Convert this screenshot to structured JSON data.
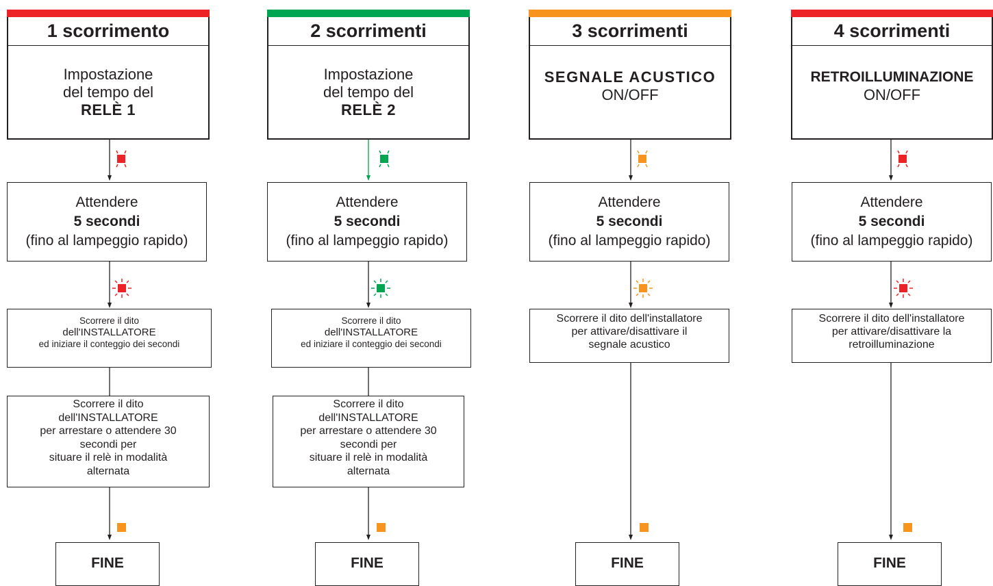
{
  "colors": {
    "red": "#ec2227",
    "green": "#00a551",
    "orange": "#f7941d",
    "line": "#231f20"
  },
  "columns": [
    {
      "header": "1 scorrimento",
      "accent": "#ec2227",
      "desc_l1": "Impostazione",
      "desc_l2": "del tempo del",
      "desc_bold": "RELÈ 1",
      "wait_l1": "Attendere",
      "wait_bold": "5 secondi",
      "wait_l3": "(fino al lampeggio rapido)",
      "step1": [
        "Scorrere il dito",
        "dell'INSTALLATORE",
        "ed iniziare il conteggio dei secondi"
      ],
      "step2": [
        "Scorrere il dito",
        "dell'INSTALLATORE",
        "per arrestare o attendere 30",
        "secondi per",
        "situare il relè in modalità",
        "alternata"
      ],
      "end": "FINE",
      "led_steady_icon": "led-steady-icon",
      "led_blink_icon": "led-blinking-icon"
    },
    {
      "header": "2 scorrimenti",
      "accent": "#00a551",
      "desc_l1": "Impostazione",
      "desc_l2": "del tempo del",
      "desc_bold": "RELÈ 2",
      "wait_l1": "Attendere",
      "wait_bold": "5 secondi",
      "wait_l3": "(fino al lampeggio rapido)",
      "step1": [
        "Scorrere il dito",
        "dell'INSTALLATORE",
        "ed iniziare il conteggio dei secondi"
      ],
      "step2": [
        "Scorrere il dito",
        "dell'INSTALLATORE",
        "per arrestare o attendere 30",
        "secondi per",
        "situare il relè in modalità",
        "alternata"
      ],
      "end": "FINE"
    },
    {
      "header": "3 scorrimenti",
      "accent": "#f7941d",
      "desc_bold": "SEGNALE ACUSTICO",
      "desc_l2": "ON/OFF",
      "wait_l1": "Attendere",
      "wait_bold": "5 secondi",
      "wait_l3": "(fino al lampeggio rapido)",
      "step1": [
        "Scorrere il dito dell'installatore",
        "per attivare/disattivare il",
        "segnale acustico"
      ],
      "end": "FINE"
    },
    {
      "header": "4 scorrimenti",
      "accent": "#ec2227",
      "desc_bold": "RETROILLUMINAZIONE",
      "desc_l2": "ON/OFF",
      "wait_l1": "Attendere",
      "wait_bold": "5 secondi",
      "wait_l3": "(fino al lampeggio rapido)",
      "step1": [
        "Scorrere il dito dell'installatore",
        "per attivare/disattivare la",
        "retroilluminazione"
      ],
      "end": "FINE"
    }
  ]
}
